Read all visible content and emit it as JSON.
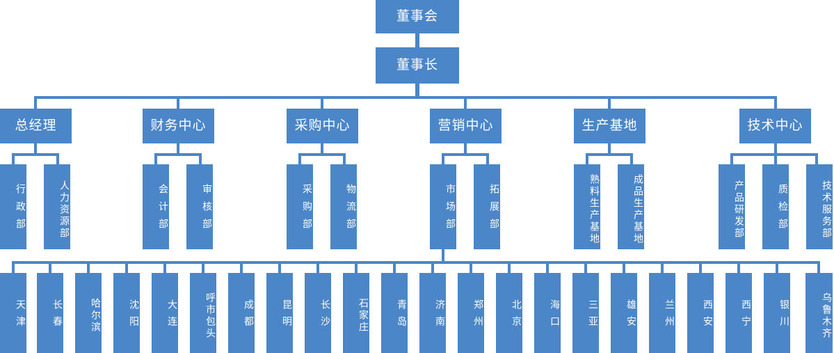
{
  "chart_data": {
    "type": "diagram",
    "title": "",
    "diagram_kind": "organization-chart",
    "orientation": "top-down",
    "accent_color": "#4a86c8",
    "text_color": "#ffffff",
    "background_color": "#ffffff",
    "levels": 5
  },
  "org": {
    "board": {
      "label": "董事会"
    },
    "chairman": {
      "label": "董事长"
    },
    "divisions": [
      {
        "label": "总经理",
        "departments": [
          {
            "label": "行政部"
          },
          {
            "label": "人力资源部"
          }
        ]
      },
      {
        "label": "财务中心",
        "departments": [
          {
            "label": "会计部"
          },
          {
            "label": "审核部"
          }
        ]
      },
      {
        "label": "采购中心",
        "departments": [
          {
            "label": "采购部"
          },
          {
            "label": "物流部"
          }
        ]
      },
      {
        "label": "营销中心",
        "departments": [
          {
            "label": "市场部"
          },
          {
            "label": "拓展部"
          }
        ]
      },
      {
        "label": "生产基地",
        "departments": [
          {
            "label": "熟料生产基地"
          },
          {
            "label": "成品生产基地"
          }
        ]
      },
      {
        "label": "技术中心",
        "departments": [
          {
            "label": "产品研发部"
          },
          {
            "label": "质检部"
          },
          {
            "label": "技术服务部"
          }
        ]
      }
    ],
    "branch_parent": "市场部",
    "branches": [
      {
        "label": "天津"
      },
      {
        "label": "长春"
      },
      {
        "label": "哈尔滨"
      },
      {
        "label": "沈阳"
      },
      {
        "label": "大连"
      },
      {
        "label": "呼市包头"
      },
      {
        "label": "成都"
      },
      {
        "label": "昆明"
      },
      {
        "label": "长沙"
      },
      {
        "label": "石家庄"
      },
      {
        "label": "青岛"
      },
      {
        "label": "济南"
      },
      {
        "label": "郑州"
      },
      {
        "label": "北京"
      },
      {
        "label": "海口"
      },
      {
        "label": "三亚"
      },
      {
        "label": "雄安"
      },
      {
        "label": "兰州"
      },
      {
        "label": "西安"
      },
      {
        "label": "西宁"
      },
      {
        "label": "银川"
      },
      {
        "label": "乌鲁木齐"
      }
    ]
  }
}
